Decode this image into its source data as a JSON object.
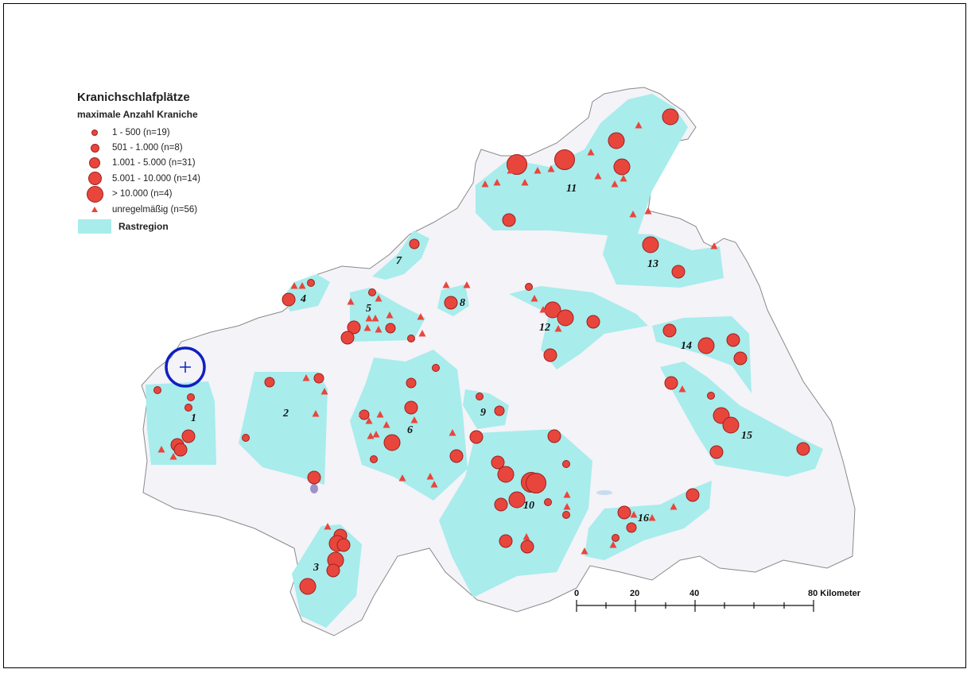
{
  "legend": {
    "title": "Kranichschlafplätze",
    "subtitle": "maximale Anzahl Kraniche",
    "classes": [
      {
        "label": "1 - 500  (n=19)",
        "symbol": "circle",
        "size": 1
      },
      {
        "label": "501 - 1.000  (n=8)",
        "symbol": "circle",
        "size": 2
      },
      {
        "label": "1.001 - 5.000  (n=31)",
        "symbol": "circle",
        "size": 3
      },
      {
        "label": "5.001 - 10.000  (n=14)",
        "symbol": "circle",
        "size": 4
      },
      {
        "label": "> 10.000  (n=4)",
        "symbol": "circle",
        "size": 5
      },
      {
        "label": "unregelmäßig  (n=56)",
        "symbol": "triangle",
        "size": 0
      }
    ],
    "region_label": "Rastregion"
  },
  "regions": [
    "1",
    "2",
    "3",
    "4",
    "5",
    "6",
    "7",
    "8",
    "9",
    "10",
    "11",
    "12",
    "13",
    "14",
    "15",
    "16"
  ],
  "scalebar": {
    "ticks": [
      "0",
      "20",
      "40",
      "80 Kilometer"
    ]
  },
  "colors": {
    "roost": "#e8463c",
    "roost_border": "#9e1f1f",
    "region": "#a8ecec",
    "land": "#f3f3f8",
    "outline": "#8a8a8a",
    "marker": "#1020c0"
  },
  "icons": {
    "location_marker": "circled-plus-marker-icon"
  }
}
